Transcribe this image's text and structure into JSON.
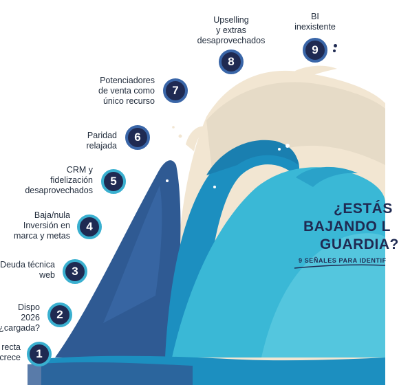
{
  "title": {
    "line1": "¿ESTÁS",
    "line2": "BAJANDO L",
    "line3": "GUARDIA?",
    "subtitle": "9 SEÑALES PARA IDENTIF"
  },
  "signals": [
    {
      "number": "1",
      "label": "recta\ncrece"
    },
    {
      "number": "2",
      "label": "Dispo 2026\n¿cargada?"
    },
    {
      "number": "3",
      "label": "Deuda técnica\nweb"
    },
    {
      "number": "4",
      "label": "Baja/nula\nInversión en\nmarca y metas"
    },
    {
      "number": "5",
      "label": "CRM y\nfidelización\ndesaprovechados"
    },
    {
      "number": "6",
      "label": "Paridad\nrelajada"
    },
    {
      "number": "7",
      "label": "Potenciadores\nde venta como\núnico recurso"
    },
    {
      "number": "8",
      "label": "Upselling\ny extras\ndesaprovechados"
    },
    {
      "number": "9",
      "label": "BI\ninexistente"
    }
  ],
  "colors": {
    "navy": "#1f2a52",
    "wave_dark": "#2f5a93",
    "wave_mid": "#1c8fc0",
    "wave_light": "#3ab8d6",
    "foam": "#f2e6d2",
    "badge_ring_light": "#3ab0d0",
    "badge_ring_dark": "#3a66a8"
  }
}
